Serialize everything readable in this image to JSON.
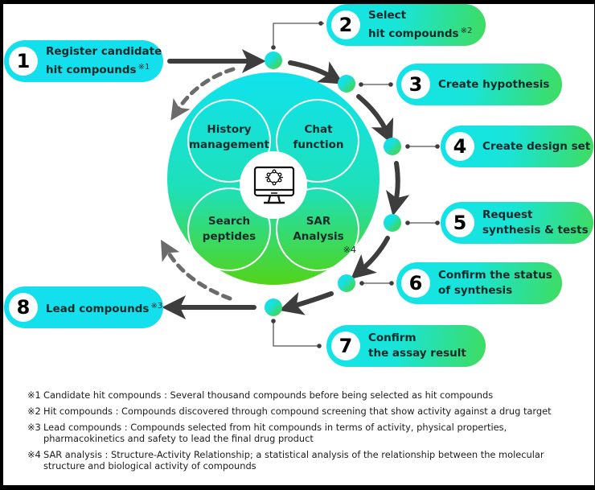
{
  "steps": [
    {
      "number": "1",
      "label_line1": "Register candidate",
      "label_line2": "hit compounds",
      "note": "※1"
    },
    {
      "number": "2",
      "label_line1": "Select",
      "label_line2": "hit compounds",
      "note": "※2"
    },
    {
      "number": "3",
      "label_line1": "Create hypothesis",
      "label_line2": "",
      "note": ""
    },
    {
      "number": "4",
      "label_line1": "Create design set",
      "label_line2": "",
      "note": ""
    },
    {
      "number": "5",
      "label_line1": "Request",
      "label_line2": "synthesis & tests",
      "note": ""
    },
    {
      "number": "6",
      "label_line1": "Confirm the status",
      "label_line2": "of synthesis",
      "note": ""
    },
    {
      "number": "7",
      "label_line1": "Confirm",
      "label_line2": "the assay result",
      "note": ""
    },
    {
      "number": "8",
      "label_line1": "Lead compounds",
      "label_line2": "",
      "note": "※3"
    }
  ],
  "features": [
    {
      "line1": "History",
      "line2": "management",
      "note": ""
    },
    {
      "line1": "Chat",
      "line2": "function",
      "note": ""
    },
    {
      "line1": "Search",
      "line2": "peptides",
      "note": ""
    },
    {
      "line1": "SAR",
      "line2": "Analysis",
      "note": "※4"
    }
  ],
  "center_icon": "computer-monitor-molecule-icon",
  "colors": {
    "cyan": "#13e0ec",
    "green": "#4cd62a",
    "arrow": "#3d3d3d",
    "dashed_arrow": "#6b6b6b"
  },
  "footnotes": [
    {
      "mark": "※1",
      "text": "Candidate hit compounds : Several thousand compounds before being selected as hit compounds"
    },
    {
      "mark": "※2",
      "text": "Hit compounds : Compounds discovered through compound screening that show activity against a drug target"
    },
    {
      "mark": "※3",
      "text": "Lead compounds : Compounds selected from hit compounds in terms of activity, physical properties, pharmacokinetics and safety to lead the final drug product"
    },
    {
      "mark": "※4",
      "text": "SAR analysis : Structure-Activity Relationship; a statistical analysis of the relationship between the molecular structure and biological activity of compounds"
    }
  ]
}
